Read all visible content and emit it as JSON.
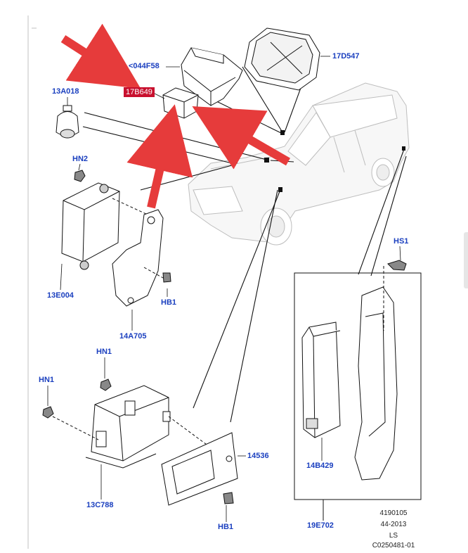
{
  "colors": {
    "accent": "#1a3fbf",
    "highlight": "#c8102e",
    "arrow": "#e63b3b",
    "line": "#111111"
  },
  "callouts": {
    "p044F58": "<044F58",
    "p17D547": "17D547",
    "p17B649": "17B649",
    "p13A018": "13A018",
    "hn2": "HN2",
    "p13E004": "13E004",
    "hb1_top": "HB1",
    "p14A705": "14A705",
    "hs1": "HS1",
    "hn1_a": "HN1",
    "hn1_b": "HN1",
    "p14536": "14536",
    "p13C788": "13C788",
    "hb1_bottom": "HB1",
    "p14B429": "14B429",
    "p19E702": "19E702"
  },
  "footer": {
    "line1": "4190105",
    "line2": "44-2013",
    "line3": "LS",
    "line4": "C0250481-01"
  }
}
